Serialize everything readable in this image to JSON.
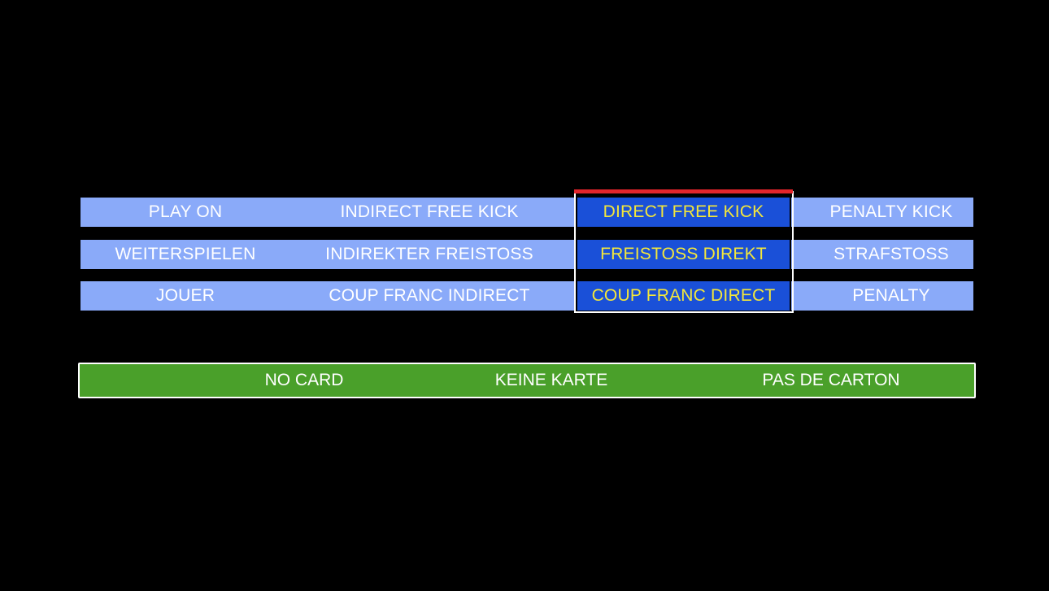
{
  "decision_panel": {
    "rows": [
      {
        "language": "en",
        "cells": [
          "PLAY ON",
          "INDIRECT FREE KICK",
          "DIRECT FREE KICK",
          "PENALTY KICK"
        ]
      },
      {
        "language": "de",
        "cells": [
          "WEITERSPIELEN",
          "INDIREKTER FREISTOSS",
          "FREISTOSS DIREKT",
          "STRAFSTOSS"
        ]
      },
      {
        "language": "fr",
        "cells": [
          "JOUER",
          "COUP FRANC INDIRECT",
          "COUP FRANC DIRECT",
          "PENALTY"
        ]
      }
    ],
    "selected_column": 2,
    "colors": {
      "band": "#8aaaf9",
      "selected_fill": "#1a50d8",
      "selected_text": "#f4e73a",
      "selected_top_bar": "#e3252b",
      "text": "#ffffff"
    }
  },
  "card_panel": {
    "labels": [
      "NO CARD",
      "KEINE KARTE",
      "PAS DE CARTON"
    ],
    "colors": {
      "fill": "#4aa02a",
      "border": "#ffffff"
    }
  },
  "background": "#000000"
}
